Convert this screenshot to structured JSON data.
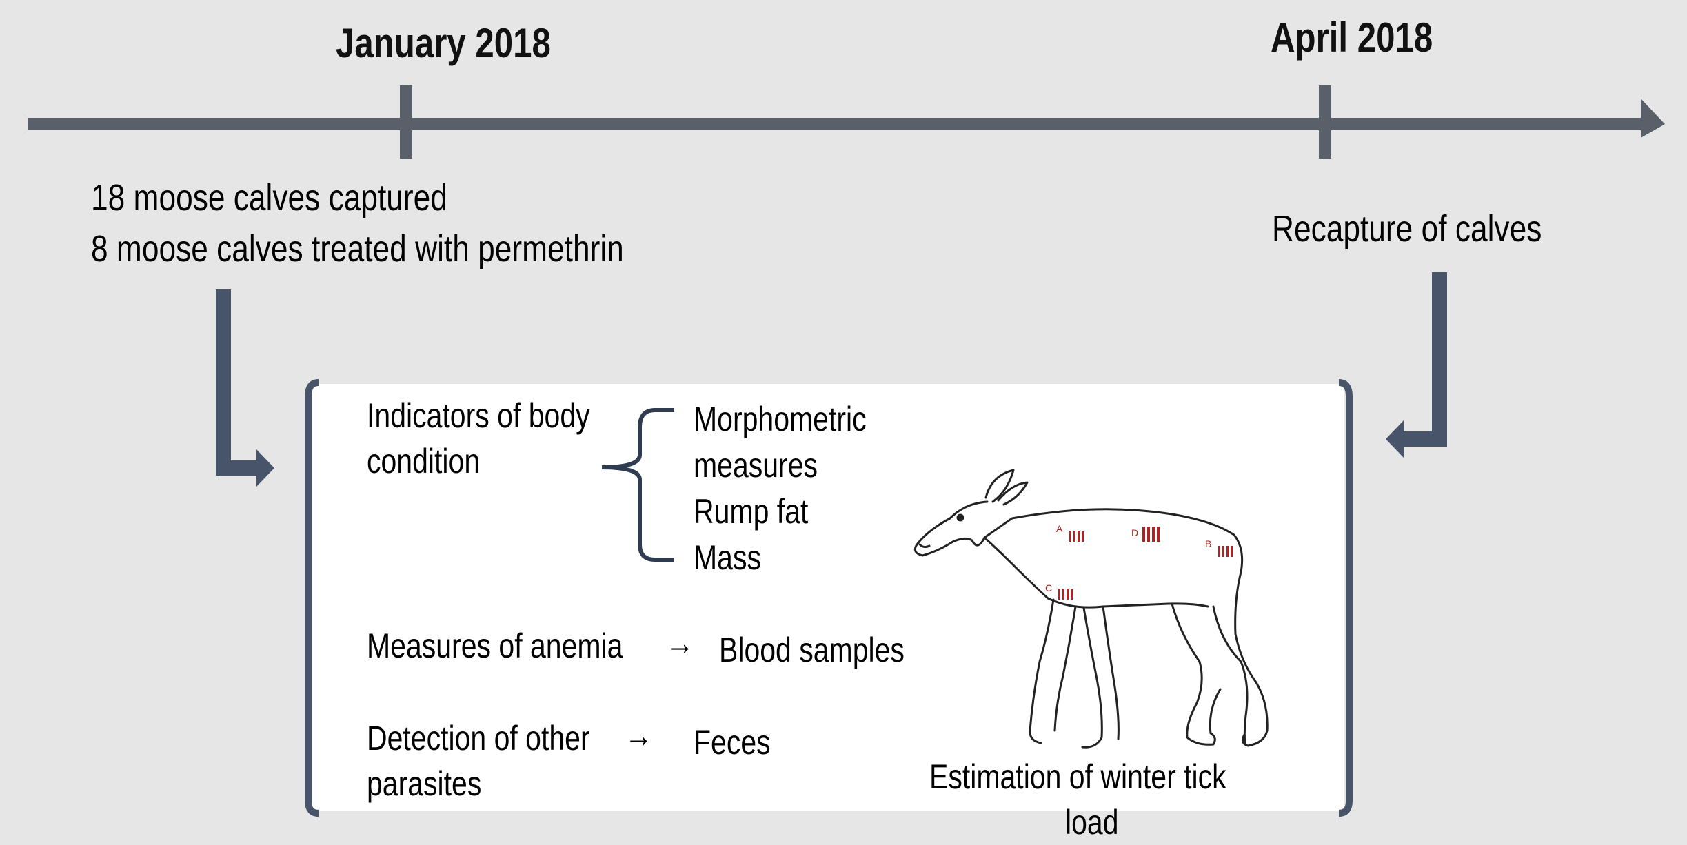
{
  "timeline": {
    "start_date": "January 2018",
    "end_date": "April 2018",
    "start_events": [
      "18 moose calves captured",
      "8 moose calves treated with permethrin"
    ],
    "end_event": "Recapture of calves",
    "axis_color": "#5a6069",
    "arrow_color": "#48546a"
  },
  "panel": {
    "body_condition": {
      "label_lines": [
        "Indicators of body",
        "condition"
      ],
      "items": [
        "Morphometric",
        "measures",
        "Rump fat",
        "Mass"
      ]
    },
    "anemia": {
      "label": "Measures of anemia",
      "arrow": "→",
      "result": "Blood samples"
    },
    "parasites": {
      "label_lines": [
        "Detection of other",
        "parasites"
      ],
      "arrow": "→",
      "result": "Feces"
    },
    "tick_load": {
      "caption_lines": [
        "Estimation of winter tick",
        "load"
      ],
      "zone_labels": [
        "A",
        "B",
        "C",
        "D"
      ]
    }
  }
}
